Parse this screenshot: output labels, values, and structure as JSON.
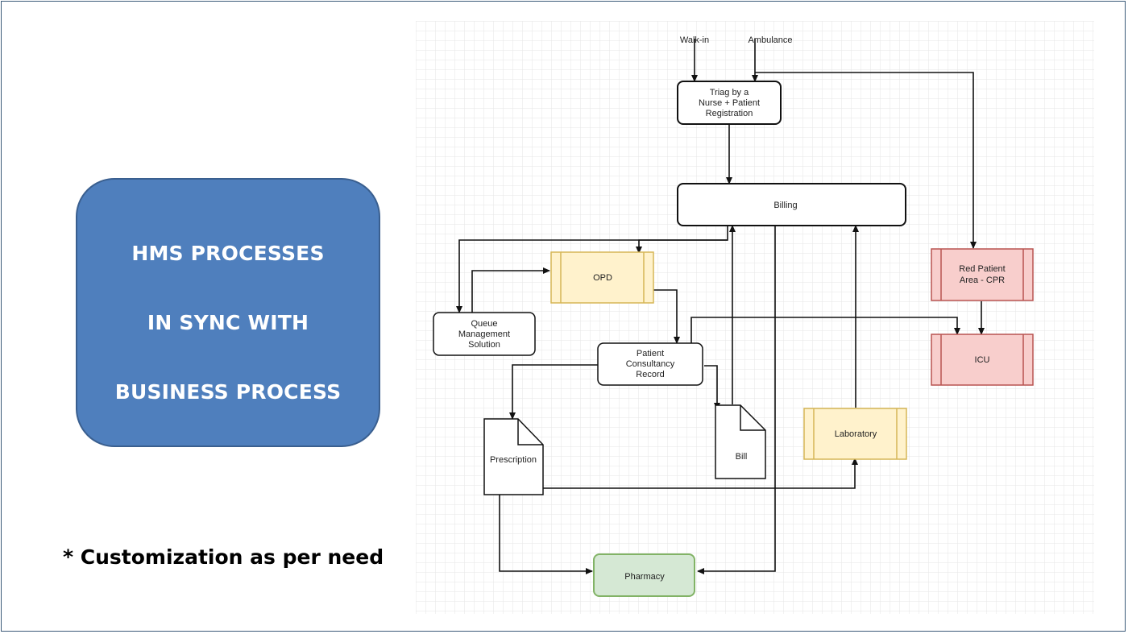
{
  "left_panel": {
    "title_lines": [
      "HMS PROCESSES",
      "IN SYNC WITH",
      "BUSINESS PROCESS"
    ],
    "footnote": "* Customization as per need"
  },
  "diagram": {
    "entry_walkin": "Walk-in",
    "entry_ambulance": "Ambulance",
    "triage": [
      "Triag by a",
      "Nurse + Patient",
      "Registration"
    ],
    "billing": "Billing",
    "opd": "OPD",
    "queue": [
      "Queue",
      "Management",
      "Solution"
    ],
    "consultancy": [
      "Patient",
      "Consultancy",
      "Record"
    ],
    "red_area": [
      "Red Patient",
      "Area - CPR"
    ],
    "icu": "ICU",
    "laboratory": "Laboratory",
    "prescription": "Prescription",
    "bill": "Bill",
    "pharmacy": "Pharmacy"
  },
  "colors": {
    "title_fill": "#4f7fbd",
    "opd_lab_fill": "#fff2cc",
    "opd_lab_stroke": "#d6b656",
    "red_fill": "#f8cecc",
    "red_stroke": "#b85450",
    "pharmacy_fill": "#d5e8d4",
    "pharmacy_stroke": "#82b366"
  }
}
